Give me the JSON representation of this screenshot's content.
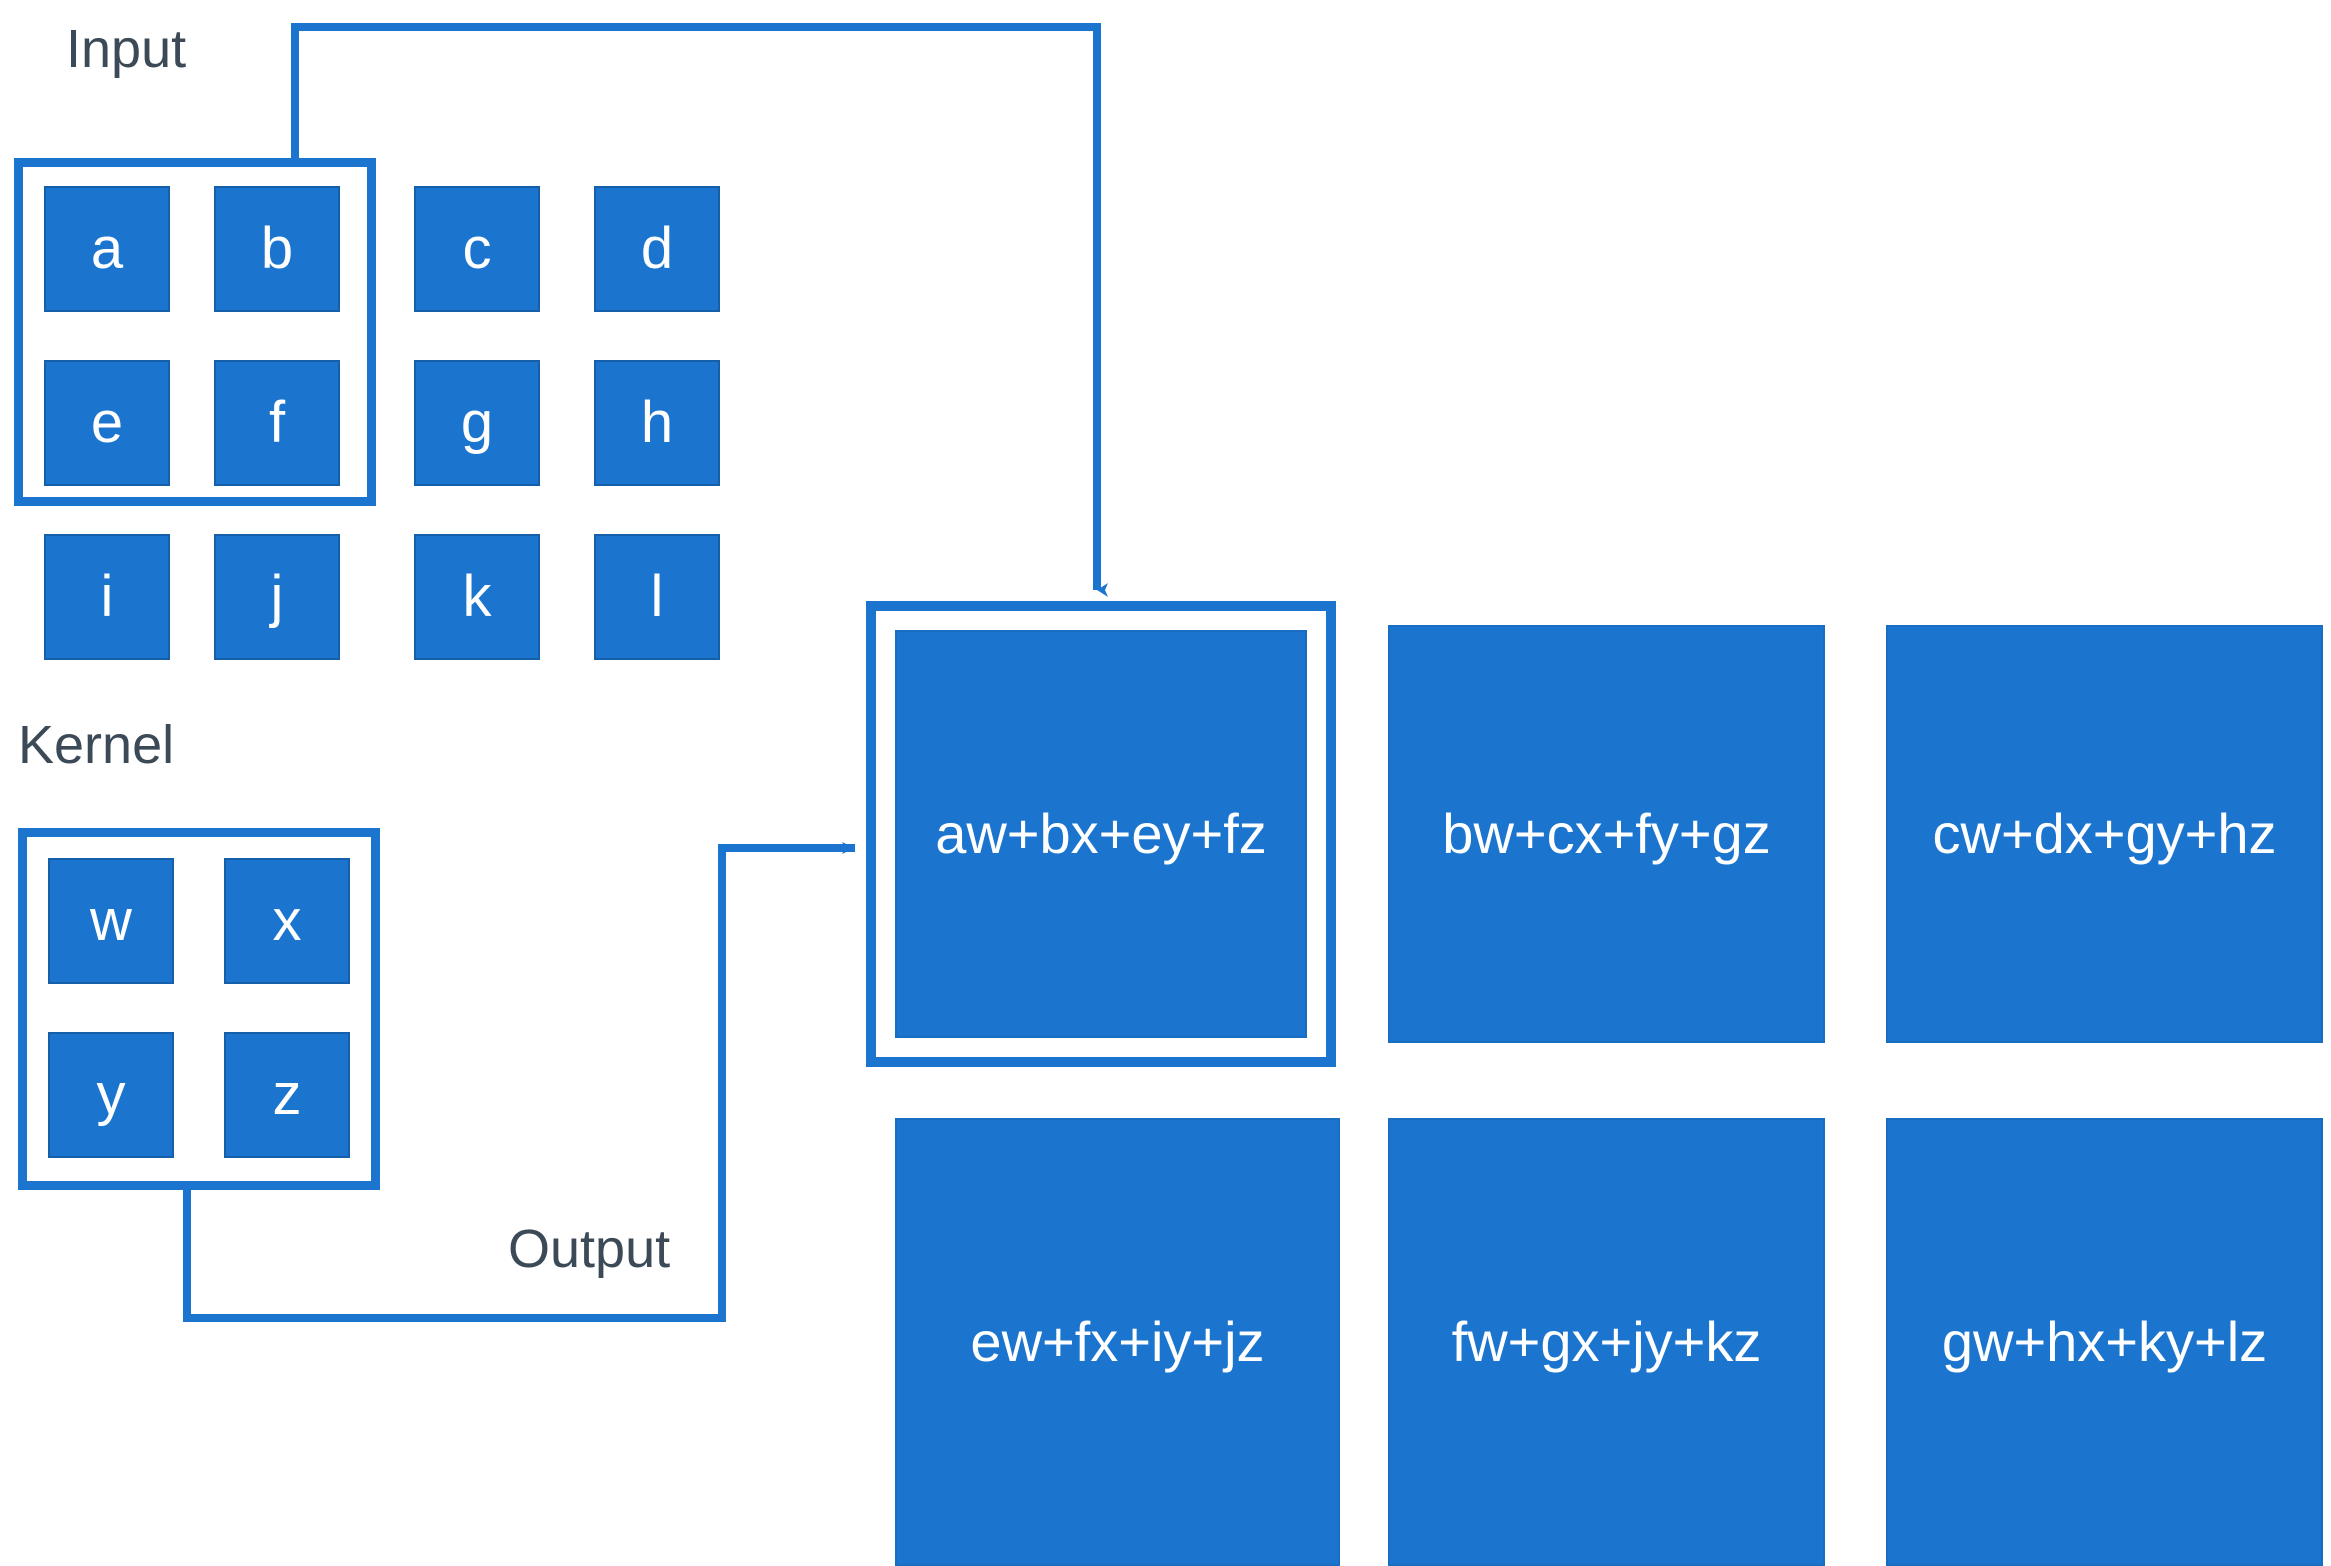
{
  "diagram": {
    "title": "2D convolution: input, kernel and output feature map",
    "accent_color": "#1b75ce",
    "cell_border_color": "#1560a8",
    "label_color": "#3b4a56",
    "background_color": "#ffffff"
  },
  "labels": {
    "input": "Input",
    "kernel": "Kernel",
    "output": "Output"
  },
  "input_grid": {
    "rows": 3,
    "cols": 4,
    "values": [
      [
        "a",
        "b",
        "c",
        "d"
      ],
      [
        "e",
        "f",
        "g",
        "h"
      ],
      [
        "i",
        "j",
        "k",
        "l"
      ]
    ],
    "highlight": {
      "description": "2x2 receptive field covering a, b, e, f",
      "cells": [
        "a",
        "b",
        "e",
        "f"
      ]
    }
  },
  "kernel_grid": {
    "rows": 2,
    "cols": 2,
    "values": [
      [
        "w",
        "x"
      ],
      [
        "y",
        "z"
      ]
    ],
    "highlight": {
      "description": "whole 2x2 kernel outlined",
      "cells": [
        "w",
        "x",
        "y",
        "z"
      ]
    }
  },
  "output_grid": {
    "rows": 2,
    "cols": 3,
    "values": [
      [
        "aw+bx+ey+fz",
        "bw+cx+fy+gz",
        "cw+dx+gy+hz"
      ],
      [
        "ew+fx+iy+jz",
        "fw+gx+jy+kz",
        "gw+hx+ky+lz"
      ]
    ],
    "highlight": {
      "description": "first output element outlined",
      "cells": [
        "aw+bx+ey+fz"
      ]
    }
  },
  "connectors": [
    {
      "name": "input-to-output",
      "from": "input-highlight",
      "to": "output-highlight",
      "arrowhead": "end"
    },
    {
      "name": "kernel-to-output",
      "from": "kernel-highlight",
      "to": "output-highlight",
      "arrowhead": "end"
    }
  ]
}
